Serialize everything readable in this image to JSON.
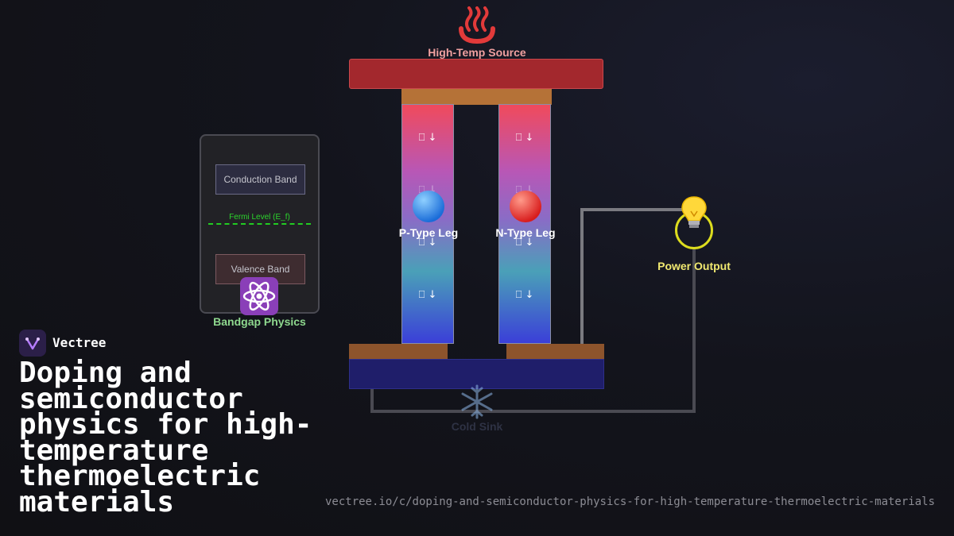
{
  "diagram": {
    "heat_source": {
      "label": "High-Temp Source",
      "icon": "hot-springs-icon",
      "plate_color": "#a3282d"
    },
    "cold_sink": {
      "label": "Cold Sink",
      "icon": "snowflake-icon",
      "plate_color": "#1f1e6a"
    },
    "p_leg": {
      "label": "P-Type Leg",
      "carrier_icon": "blue-circle-icon",
      "arrow": "⎕ ↓"
    },
    "n_leg": {
      "label": "N-Type Leg",
      "carrier_icon": "red-circle-icon",
      "arrow": "⎕ ↓"
    },
    "bandgap": {
      "conduction_band": "Conduction Band",
      "fermi_level": "Fermi Level (E_f)",
      "valence_band": "Valence Band",
      "label": "Bandgap Physics",
      "icon": "atom-icon"
    },
    "power_output": {
      "label": "Power Output",
      "icon": "light-bulb-icon"
    }
  },
  "brand": {
    "name": "Vectree",
    "logo_icon": "vectree-logo-icon"
  },
  "page": {
    "title": "Doping and semiconductor physics for high-temperature thermoelectric materials",
    "url": "vectree.io/c/doping-and-semiconductor-physics-for-high-temperature-thermoelectric-materials"
  }
}
